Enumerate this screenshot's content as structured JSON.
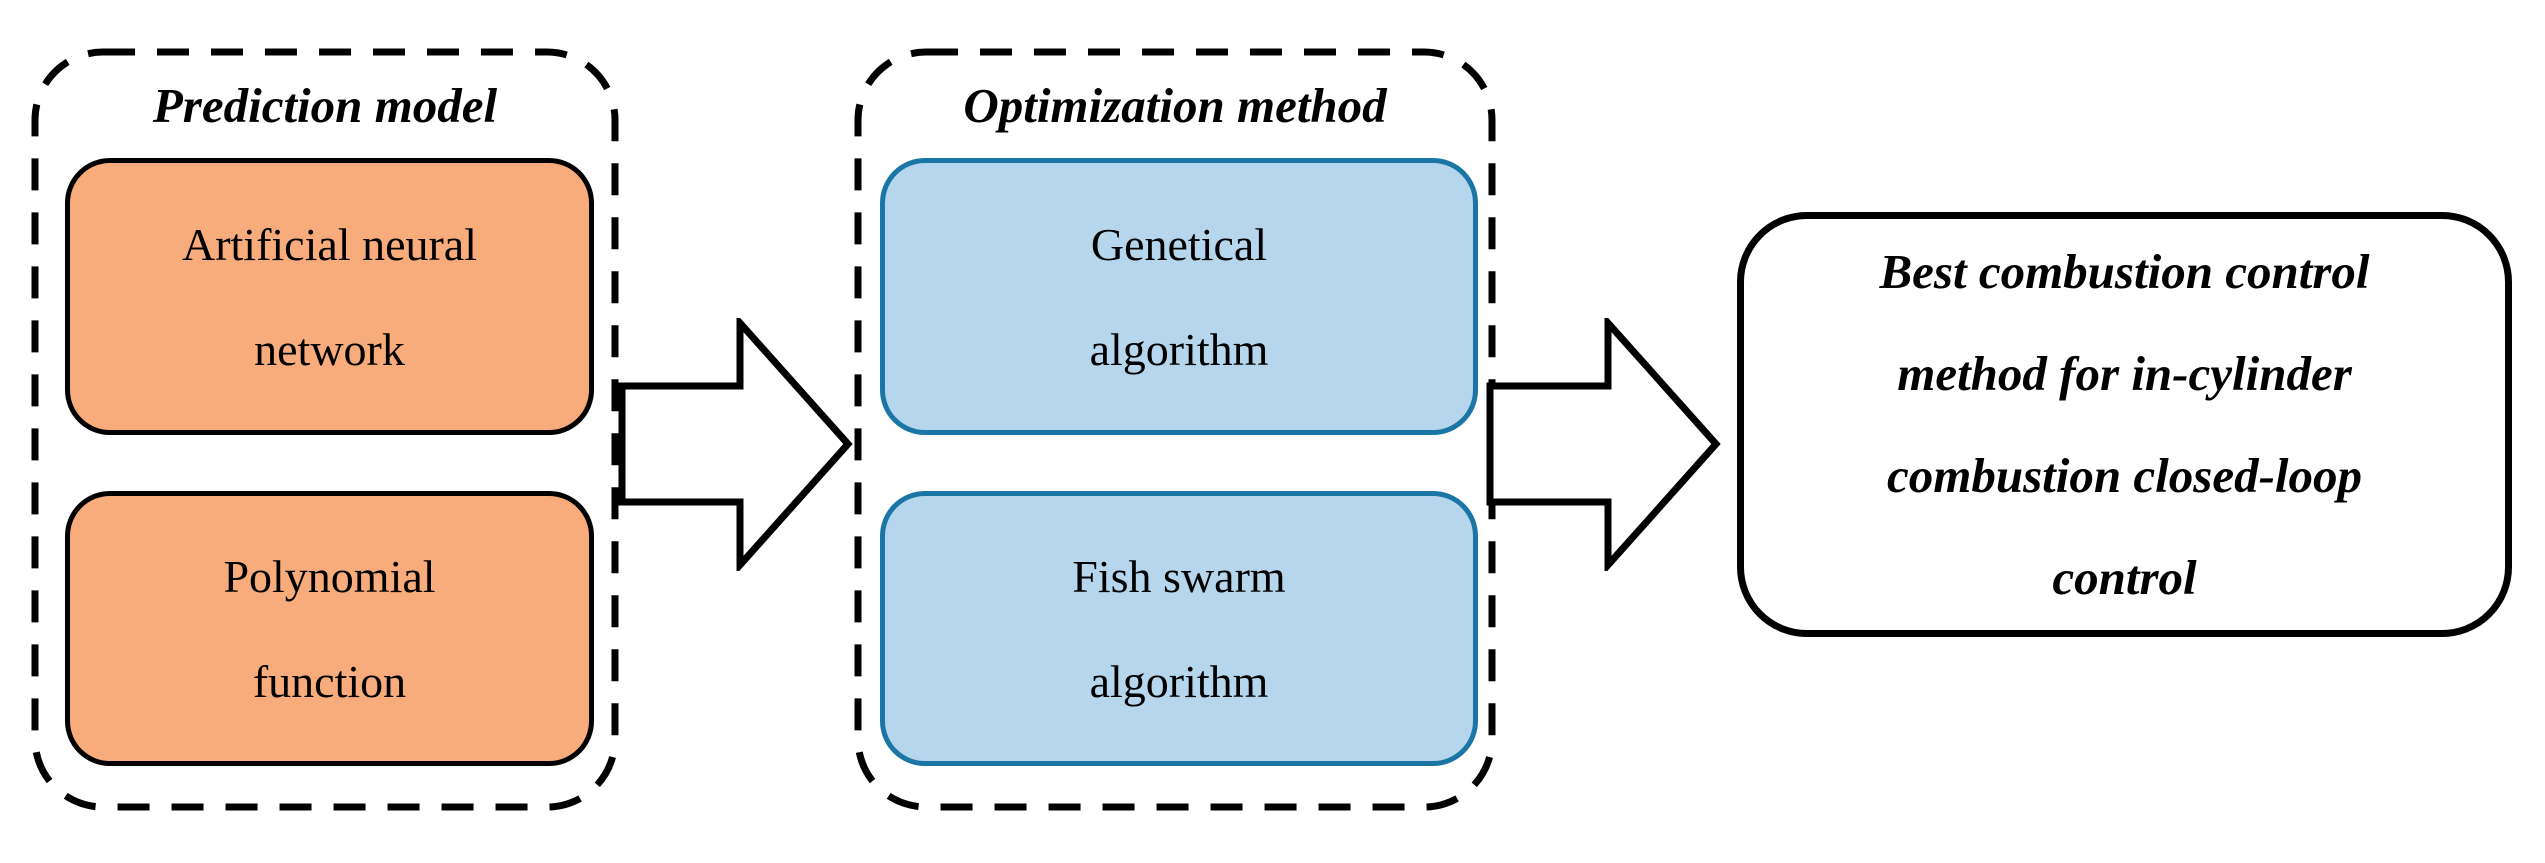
{
  "colors": {
    "prediction_fill": "#F8AB7B",
    "prediction_border": "#000000",
    "optimization_fill": "#B5D6EC",
    "optimization_border": "#1B76A6",
    "outline": "#000000",
    "background": "#FFFFFF"
  },
  "groups": {
    "prediction": {
      "title": "Prediction model",
      "nodes": {
        "ann": {
          "lines": [
            "Artificial neural",
            "network"
          ]
        },
        "poly": {
          "lines": [
            "Polynomial",
            "function"
          ]
        }
      }
    },
    "optimization": {
      "title": "Optimization method",
      "nodes": {
        "genetic": {
          "lines": [
            "Genetical",
            "algorithm"
          ]
        },
        "fish": {
          "lines": [
            "Fish swarm",
            "algorithm"
          ]
        }
      }
    }
  },
  "result": {
    "lines": [
      "Best combustion control",
      "method for in-cylinder",
      "combustion closed-loop",
      "control"
    ]
  }
}
